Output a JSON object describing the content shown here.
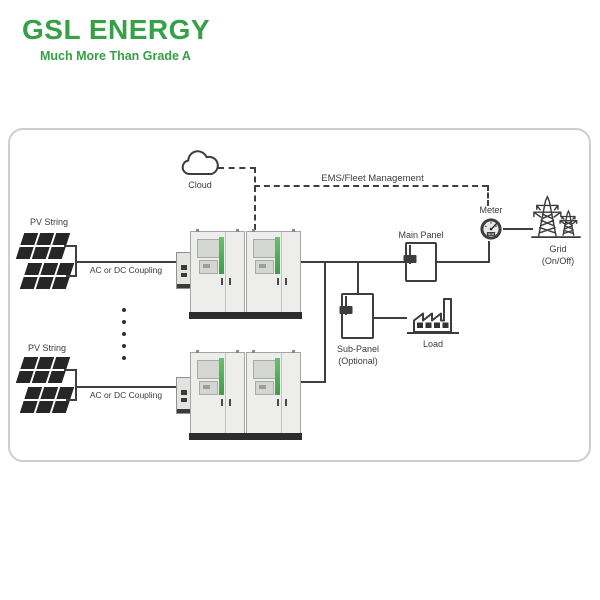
{
  "logo": {
    "title": "GSL ENERGY",
    "tagline": "Much More Than Grade A",
    "brand_color": "#35a046"
  },
  "diagram": {
    "cloud_label": "Cloud",
    "ems_label": "EMS/Fleet Management",
    "pv_top_label": "PV String",
    "coupling_top_label": "AC or DC Coupling",
    "pv_bottom_label": "PV String",
    "coupling_bottom_label": "AC or DC Coupling",
    "main_panel_label": "Main Panel",
    "meter_label": "Meter",
    "grid_label_line1": "Grid",
    "grid_label_line2": "(On/Off)",
    "sub_panel_label_line1": "Sub-Panel",
    "sub_panel_label_line2": "(Optional)",
    "load_label": "Load"
  },
  "icons": {
    "cloud": "cloud-icon",
    "solar_panel": "solar-panel-icon",
    "inverter": "inverter-icon",
    "battery_cabinet": "battery-cabinet-icon",
    "electrical_panel": "electrical-panel-icon",
    "meter": "meter-gauge-icon",
    "transmission_tower": "transmission-tower-icon",
    "factory": "factory-icon"
  },
  "colors": {
    "line": "#3f3f3f",
    "brand_green": "#35a046",
    "cabinet_stripe_green": "#4caf50",
    "frame_border": "#cdcfcd"
  }
}
